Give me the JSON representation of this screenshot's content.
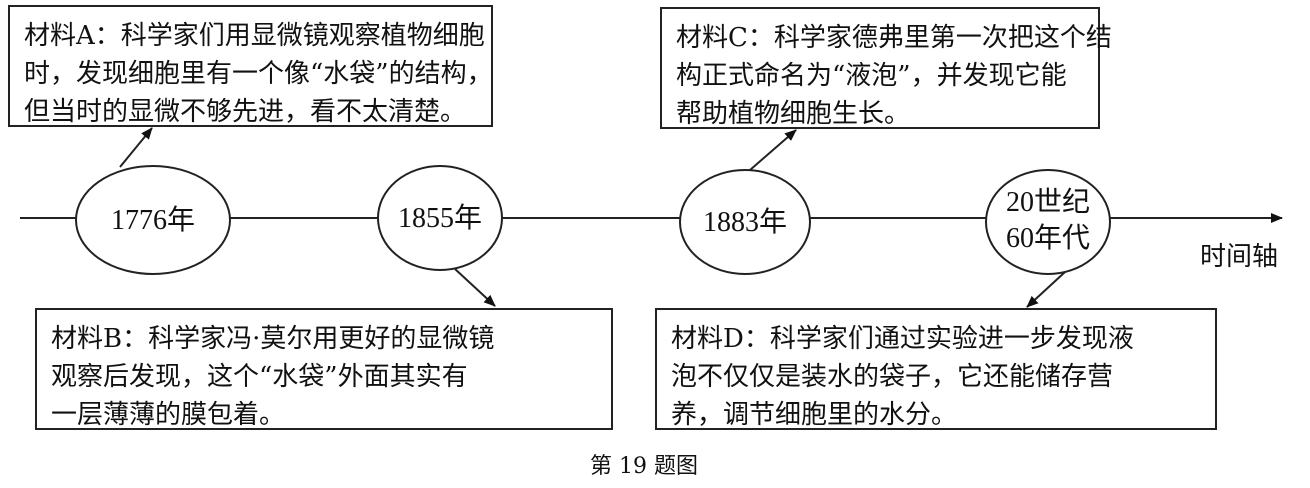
{
  "materials": {
    "A": {
      "lines": [
        "材料A：科学家们用显微镜观察植物细胞",
        "时，发现细胞里有一个像“水袋”的结构，",
        "但当时的显微不够先进，看不太清楚。"
      ]
    },
    "B": {
      "lines": [
        "材料B：科学家冯·莫尔用更好的显微镜",
        "观察后发现，这个“水袋”外面其实有",
        "一层薄薄的膜包着。"
      ]
    },
    "C": {
      "lines": [
        "材料C：科学家德弗里第一次把这个结",
        "构正式命名为“液泡”，并发现它能",
        "帮助植物细胞生长。"
      ]
    },
    "D": {
      "lines": [
        "材料D：科学家们通过实验进一步发现液",
        "泡不仅仅是装水的袋子，它还能储存营",
        "养，调节细胞里的水分。"
      ]
    }
  },
  "timeline": {
    "nodes": [
      {
        "label": "1776年"
      },
      {
        "label": "1855年"
      },
      {
        "label": "1883年"
      },
      {
        "label_line1": "20世纪",
        "label_line2": "60年代"
      }
    ],
    "axis_label": "时间轴"
  },
  "caption": "第 19 题图"
}
